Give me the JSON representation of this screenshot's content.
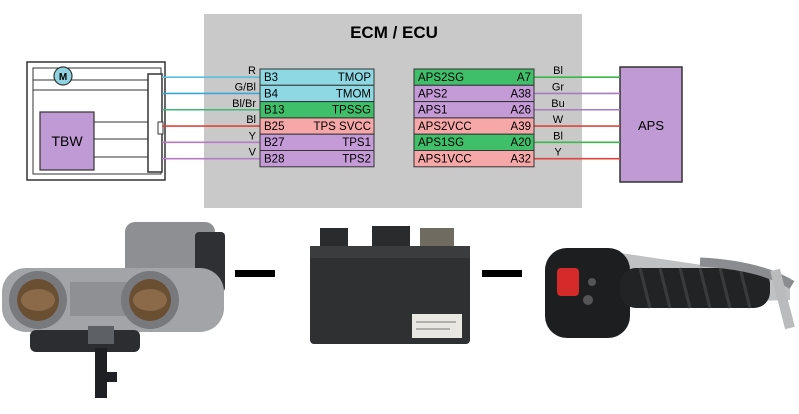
{
  "ecm_title": "ECM / ECU",
  "tbw_label": "TBW",
  "motor_symbol": "M",
  "aps_label": "APS",
  "left_pins": [
    {
      "wire": "R",
      "pin": "B3",
      "name": "TMOP",
      "wire_color": "#5bc0de",
      "fill": "#8ed8e4"
    },
    {
      "wire": "G/Bl",
      "pin": "B4",
      "name": "TMOM",
      "wire_color": "#3aa7d8",
      "fill": "#8ed8e4"
    },
    {
      "wire": "Bl/Br",
      "pin": "B13",
      "name": "TPSSG",
      "wire_color": "#3cb878",
      "fill": "#3fbf6a"
    },
    {
      "wire": "Bl",
      "pin": "B25",
      "name": "TPS SVCC",
      "wire_color": "#e0443c",
      "fill": "#f6a7a7"
    },
    {
      "wire": "Y",
      "pin": "B27",
      "name": "TPS1",
      "wire_color": "#b57ac9",
      "fill": "#c49bd6"
    },
    {
      "wire": "V",
      "pin": "B28",
      "name": "TPS2",
      "wire_color": "#b57ac9",
      "fill": "#c49bd6"
    }
  ],
  "right_pins": [
    {
      "name": "APS2SG",
      "pin": "A7",
      "wire": "Bl",
      "wire_color": "#3cb84a",
      "fill": "#3fbf6a"
    },
    {
      "name": "APS2",
      "pin": "A38",
      "wire": "Gr",
      "wire_color": "#a77bc4",
      "fill": "#c49bd6"
    },
    {
      "name": "APS1",
      "pin": "A26",
      "wire": "Bu",
      "wire_color": "#a77bc4",
      "fill": "#c49bd6"
    },
    {
      "name": "APS2VCC",
      "pin": "A39",
      "wire": "W",
      "wire_color": "#e0443c",
      "fill": "#f6a7a7"
    },
    {
      "name": "APS1SG",
      "pin": "A20",
      "wire": "Bl",
      "wire_color": "#3cb84a",
      "fill": "#3fbf6a"
    },
    {
      "name": "APS1VCC",
      "pin": "A32",
      "wire": "Y",
      "wire_color": "#e0443c",
      "fill": "#f6a7a7"
    }
  ],
  "colors": {
    "ecm_box": "#c9c9c9",
    "tbw_fill": "#c09ad4",
    "aps_fill": "#c09ad4",
    "outline": "#333333"
  }
}
